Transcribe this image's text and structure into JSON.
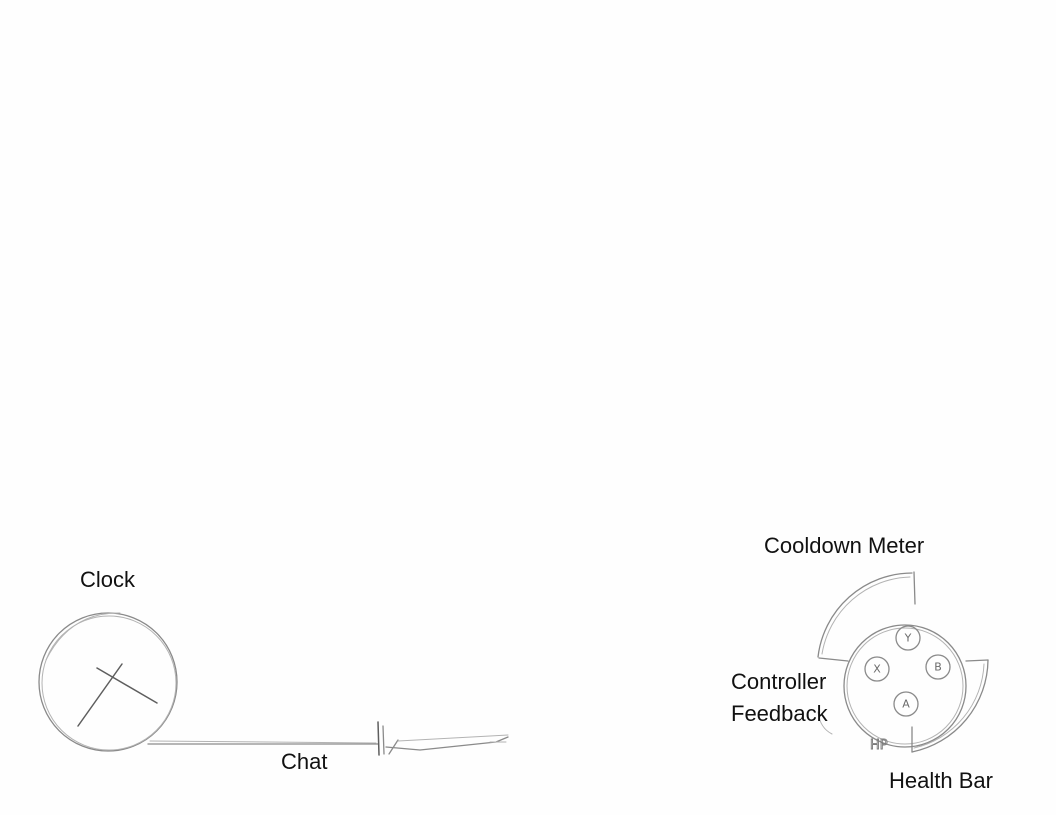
{
  "hud": {
    "clock": {
      "label": "Clock"
    },
    "chat": {
      "label": "Chat"
    },
    "cooldown_meter": {
      "label": "Cooldown Meter"
    },
    "controller_feedback": {
      "label_line1": "Controller",
      "label_line2": "Feedback",
      "buttons": {
        "y": "Y",
        "x": "X",
        "b": "B",
        "a": "A"
      }
    },
    "health_bar": {
      "label": "Health Bar",
      "indicator": "HP"
    }
  },
  "colors": {
    "paper": "#fefefe",
    "pencil": "#8a8a8a",
    "text": "#111111"
  }
}
